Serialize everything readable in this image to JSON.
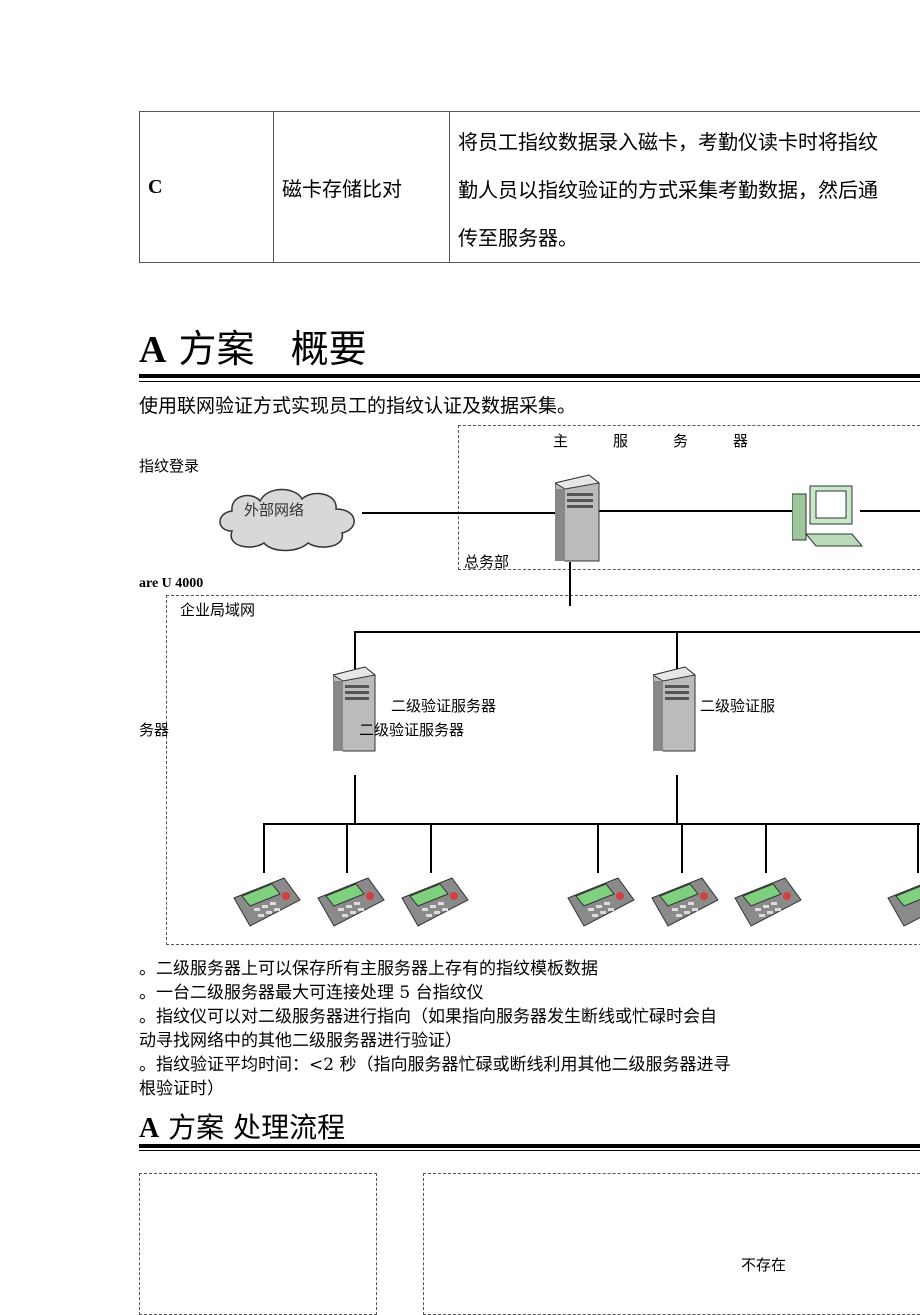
{
  "option_table": {
    "code": "C",
    "method": "磁卡存储比对",
    "description_lines": [
      "将员工指纹数据录入磁卡，考勤仪读卡时将指纹",
      "勤人员以指纹验证的方式采集考勤数据，然后通",
      "传至服务器。"
    ]
  },
  "section_overview": {
    "title_letter": "A",
    "title_text": "方案",
    "title_suffix": "概要",
    "intro": "使用联网验证方式实现员工的指纹认证及数据采集。"
  },
  "diagram": {
    "main_server_label": "主　　　服　　　务　　　器",
    "fingerprint_login": "指纹登录",
    "external_network": "外部网络",
    "hq_label": "总务部",
    "software_label": "are U 4000",
    "lan_label": "企业局域网",
    "server_side_label": "务器",
    "secondary_server_a1": "二级验证服务器",
    "secondary_server_a2": "二级验证服务器",
    "secondary_server_b": "二级验证服"
  },
  "notes": [
    "。二级服务器上可以保存所有主服务器上存有的指纹模板数据",
    "。一台二级服务器最大可连接处理 5 台指纹仪",
    "。指纹仪可以对二级服务器进行指向（如果指向服务器发生断线或忙碌时会自",
    "动寻找网络中的其他二级服务器进行验证）",
    "。指纹验证平均时间：<2 秒（指向服务器忙碌或断线利用其他二级服务器进寻",
    "根验证时）"
  ],
  "section_flow": {
    "title_letter": "A",
    "title_text": "方案",
    "title_suffix": "处理流程"
  },
  "flow": {
    "not_exist_label": "不存在"
  }
}
